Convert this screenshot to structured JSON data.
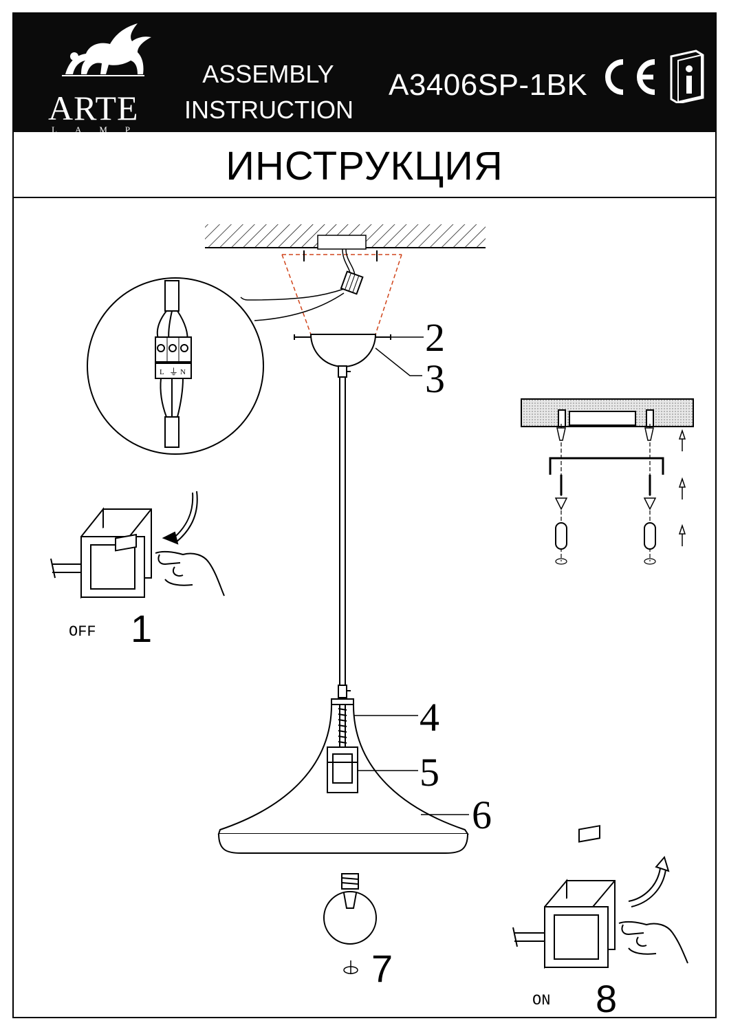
{
  "header": {
    "brand": "ARTE",
    "brand_sub": "LAMP",
    "title_line1": "ASSEMBLY",
    "title_line2": "INSTRUCTION",
    "model": "A3406SP-1BK",
    "marks": [
      "ce-mark-icon",
      "info-manual-icon"
    ]
  },
  "title_ru": "ИНСТРУКЦИЯ",
  "callouts": [
    "2",
    "3",
    "4",
    "5",
    "6"
  ],
  "steps": {
    "step1": {
      "number": "1",
      "label": "OFF"
    },
    "step7": {
      "number": "7"
    },
    "step8": {
      "number": "8",
      "label": "ON"
    }
  },
  "connector_terminals": [
    "L",
    "⏚",
    "N"
  ]
}
